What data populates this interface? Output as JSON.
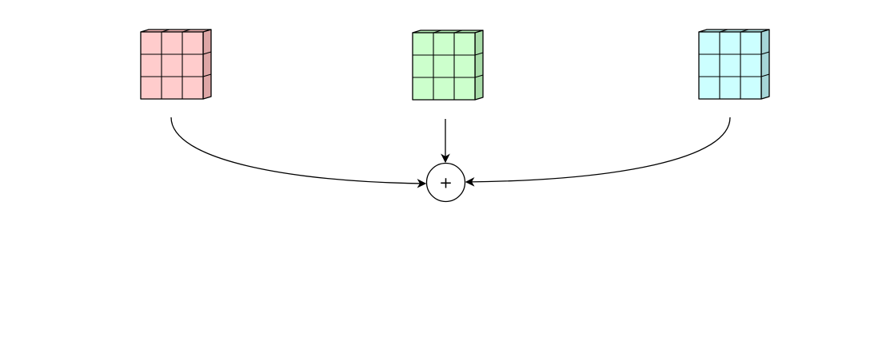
{
  "diagram": {
    "blocks": [
      {
        "name": "block-left",
        "rows": 3,
        "cols": 3,
        "front_color": "#ffcccc",
        "top_color": "#f3b6b6",
        "side_color": "#dea6a6"
      },
      {
        "name": "block-middle",
        "rows": 3,
        "cols": 3,
        "front_color": "#ccffcc",
        "top_color": "#b6efb6",
        "side_color": "#a8dca8"
      },
      {
        "name": "block-right",
        "rows": 3,
        "cols": 3,
        "front_color": "#ccffff",
        "top_color": "#b6eaea",
        "side_color": "#a6d6d8"
      }
    ],
    "sum_node": {
      "symbol": "+"
    },
    "line_color": "#000000"
  }
}
